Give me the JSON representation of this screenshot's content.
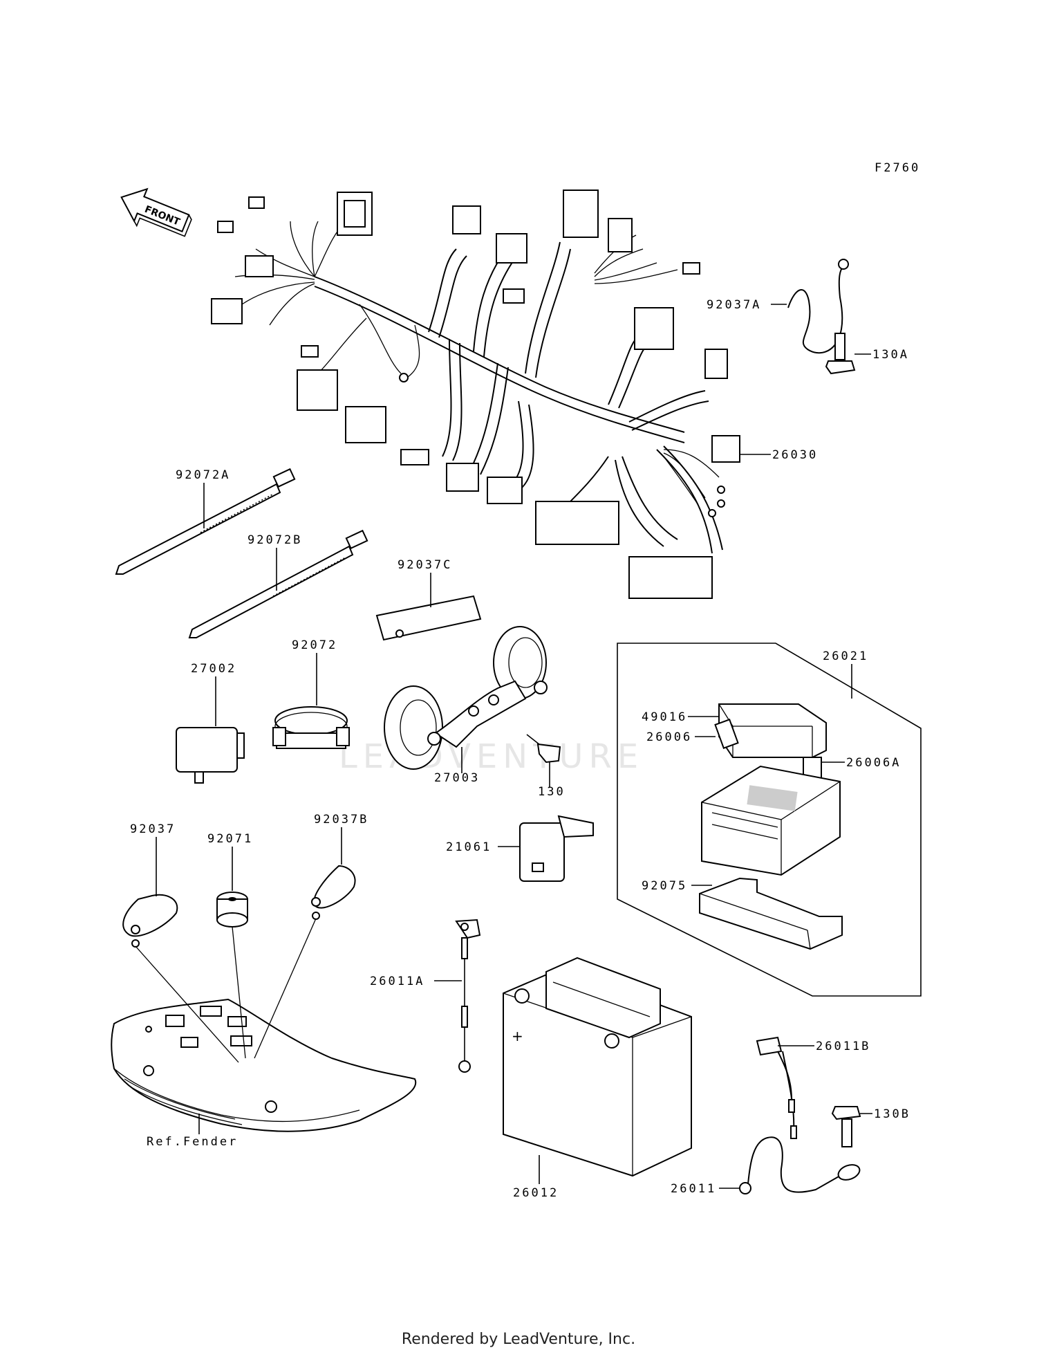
{
  "figure_code": "F2760",
  "front_arrow": "FRONT",
  "watermark": "LEADVENTURE",
  "footer": "Rendered by LeadVenture, Inc.",
  "labels": {
    "p92037A": "92037A",
    "p130A": "130A",
    "p26030": "26030",
    "p92072A": "92072A",
    "p92072B": "92072B",
    "p92037C": "92037C",
    "p92072": "92072",
    "p27002": "27002",
    "p27003": "27003",
    "p130": "130",
    "p26021": "26021",
    "p49016": "49016",
    "p26006": "26006",
    "p26006A": "26006A",
    "p92075": "92075",
    "p21061": "21061",
    "p92037": "92037",
    "p92071": "92071",
    "p92037B": "92037B",
    "p26011A": "26011A",
    "pRefFender": "Ref.Fender",
    "p26012": "26012",
    "p26011B": "26011B",
    "p130B": "130B",
    "p26011": "26011"
  }
}
